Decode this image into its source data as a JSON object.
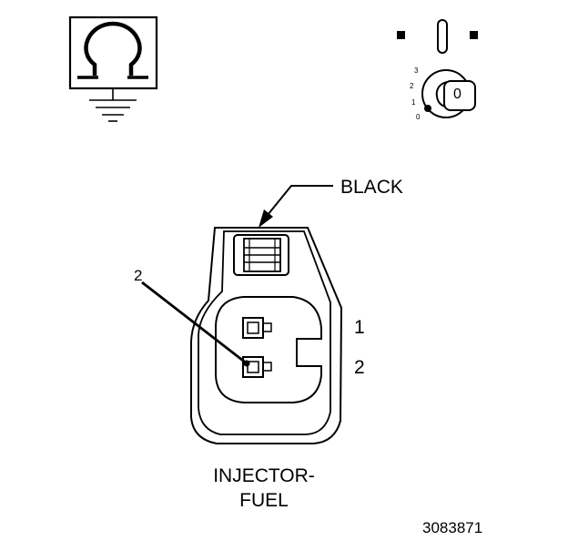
{
  "ohmmeter": {
    "symbol": "Ω"
  },
  "ignition": {
    "key_label": "0",
    "positions": [
      "3",
      "2",
      "1",
      "0"
    ],
    "selected_position": "0"
  },
  "connector": {
    "color_label": "BLACK",
    "pin_labels": [
      "1",
      "2"
    ],
    "probe_label": "2"
  },
  "caption": {
    "line1": "INJECTOR-",
    "line2": "FUEL"
  },
  "figure_id": "3083871",
  "colors": {
    "ink": "#000000",
    "paper": "#ffffff"
  }
}
